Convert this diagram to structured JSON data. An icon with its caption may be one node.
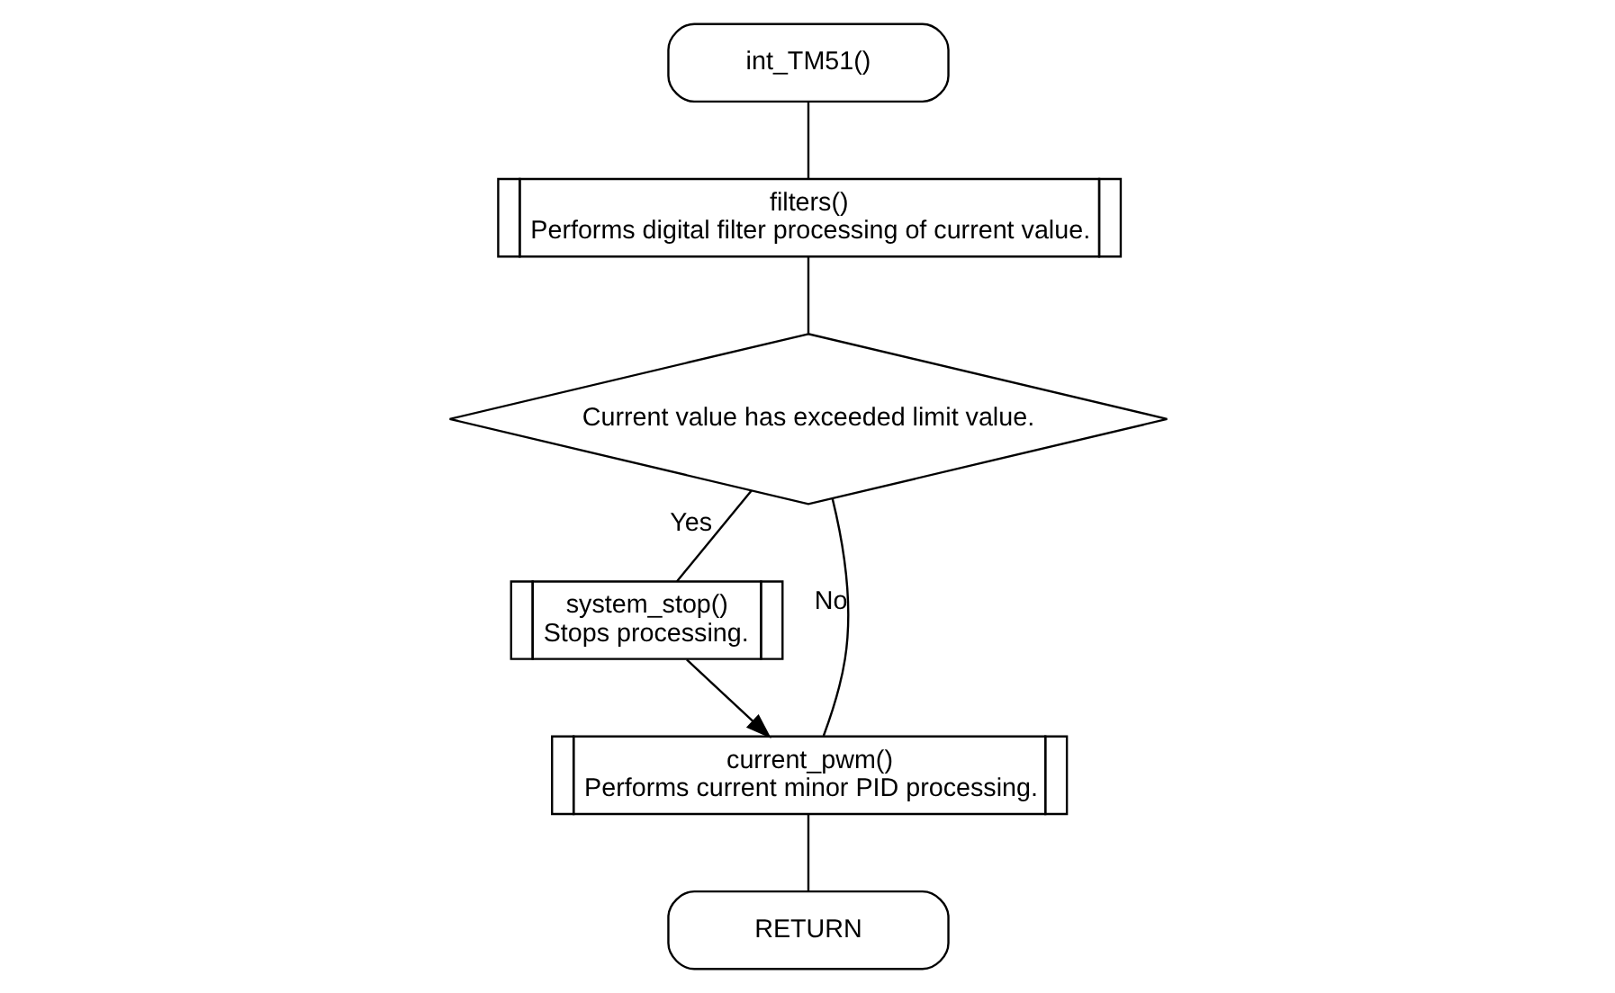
{
  "diagram": {
    "nodes": [
      {
        "text": [
          "int_TM51()"
        ]
      },
      {
        "text": [
          "filters()",
          "Performs digital filter processing of current value."
        ]
      },
      {
        "text": [
          "Current value has exceeded limit value."
        ]
      },
      {
        "text": [
          "system_stop()",
          "Stops processing."
        ]
      },
      {
        "text": [
          "current_pwm()",
          "Performs current minor PID processing."
        ]
      },
      {
        "text": [
          "RETURN"
        ]
      }
    ],
    "edges": [
      {
        "from": 0,
        "to": 1,
        "arrow": "none"
      },
      {
        "from": 1,
        "to": 2,
        "arrow": "none"
      },
      {
        "from": 2,
        "to": 3,
        "arrow": "none",
        "label": "Yes"
      },
      {
        "from": 2,
        "to": 4,
        "arrow": "none",
        "label": "No"
      },
      {
        "from": 3,
        "to": 4,
        "arrow": "to"
      },
      {
        "from": 4,
        "to": 5,
        "arrow": "none"
      }
    ]
  }
}
